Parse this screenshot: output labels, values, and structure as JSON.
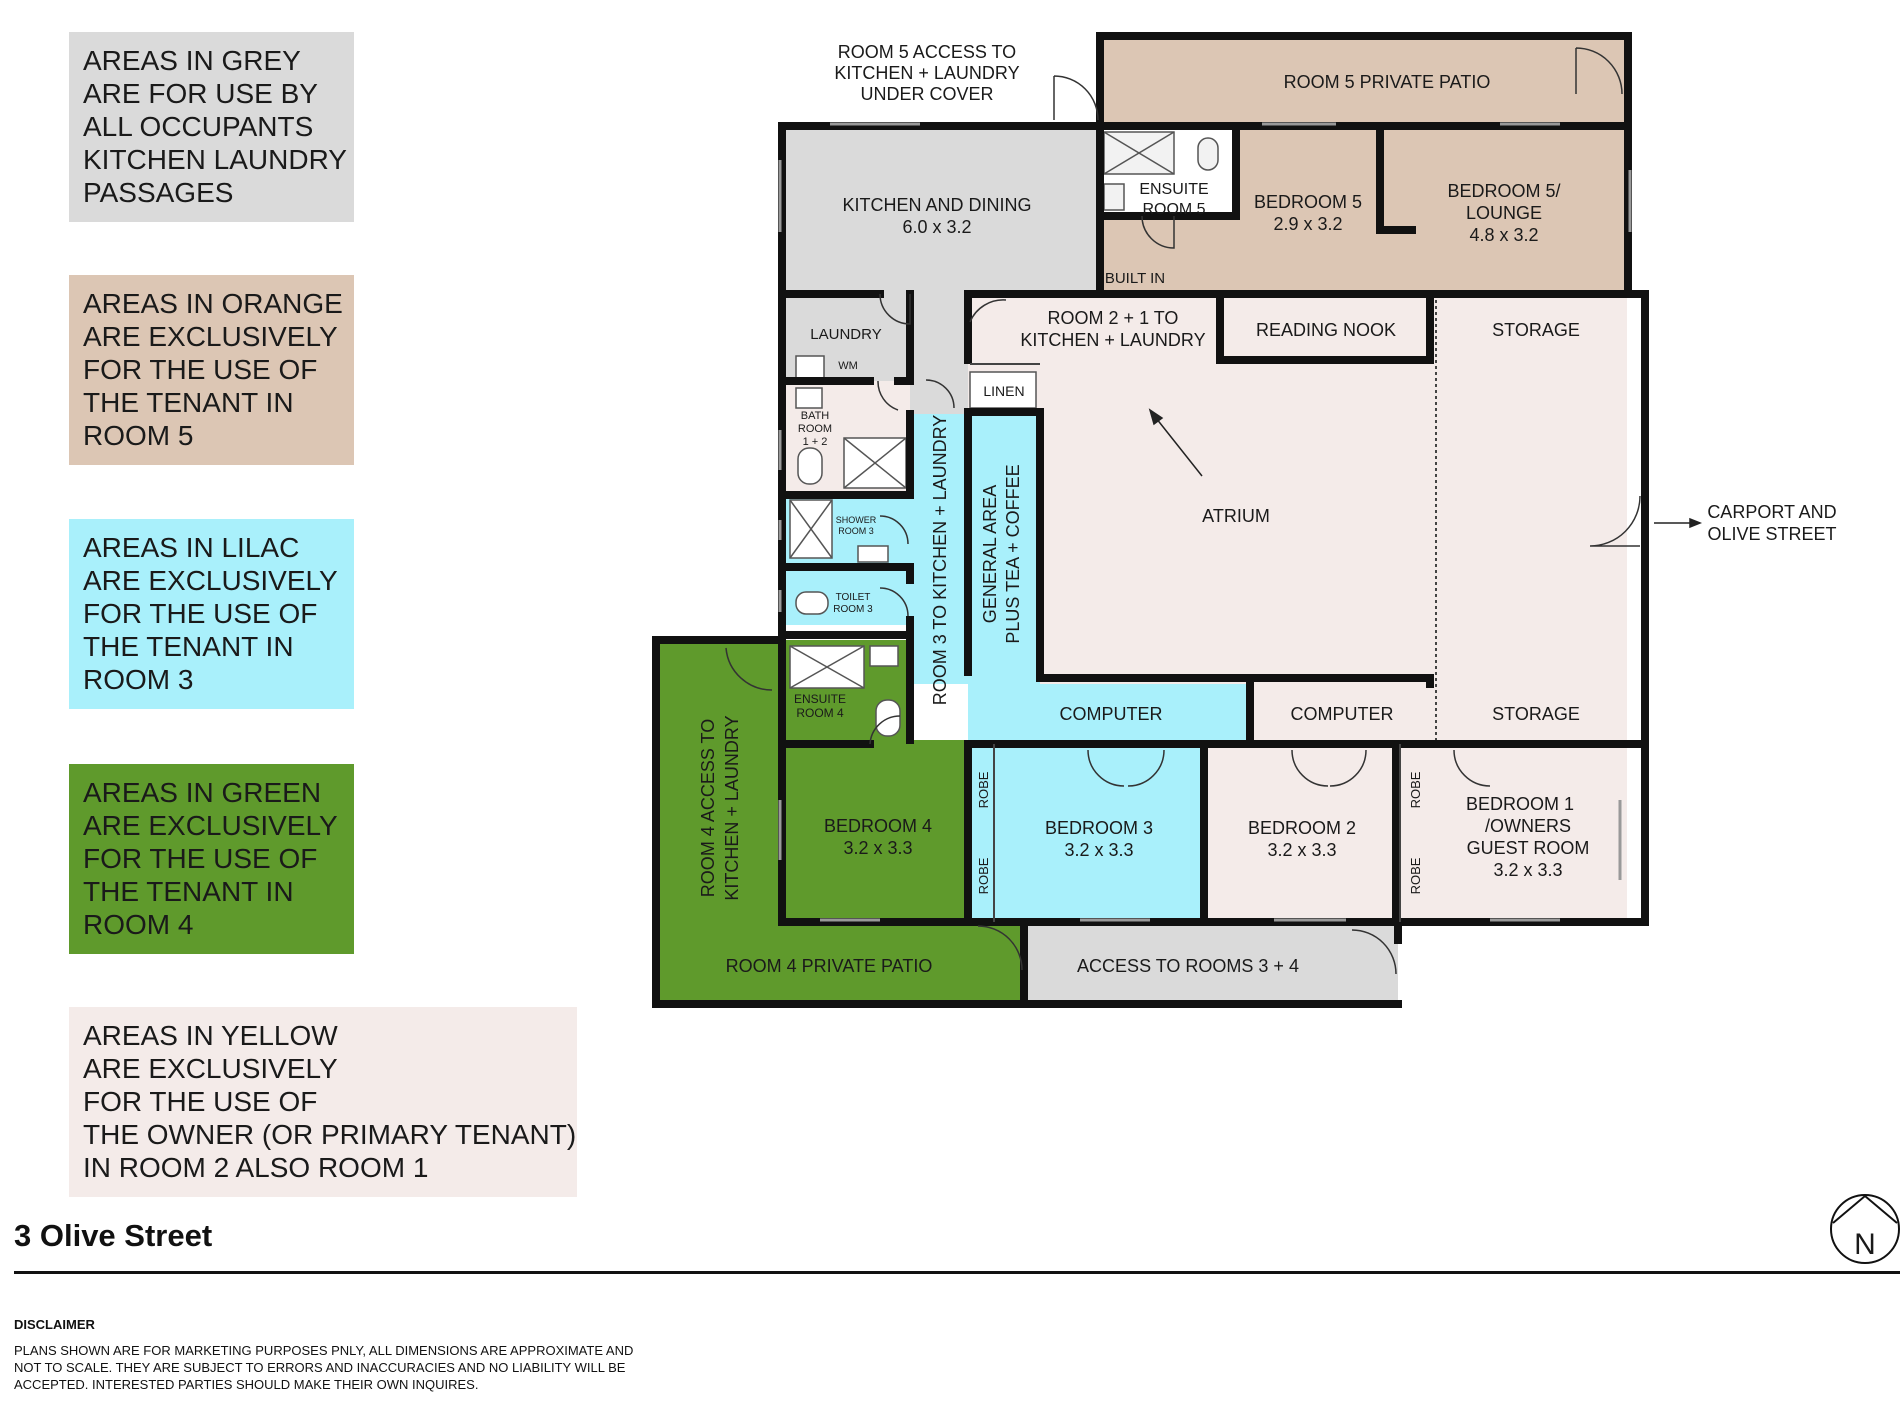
{
  "legend": {
    "grey": [
      "AREAS IN GREY",
      "ARE FOR USE BY",
      "ALL OCCUPANTS",
      "KITCHEN LAUNDRY",
      "PASSAGES"
    ],
    "orange": [
      "AREAS IN ORANGE",
      "ARE EXCLUSIVELY",
      "FOR THE USE OF",
      "THE TENANT IN",
      "ROOM 5"
    ],
    "lilac": [
      "AREAS IN LILAC",
      "ARE EXCLUSIVELY",
      "FOR THE USE OF",
      "THE TENANT IN",
      "ROOM 3"
    ],
    "green": [
      "AREAS IN GREEN",
      "ARE EXCLUSIVELY",
      "FOR THE USE OF",
      "THE TENANT IN",
      "ROOM 4"
    ],
    "yellow": [
      "AREAS IN YELLOW",
      "ARE EXCLUSIVELY",
      "FOR THE USE OF",
      "THE OWNER (OR PRIMARY TENANT)",
      "IN ROOM 2 ALSO ROOM 1"
    ]
  },
  "colors": {
    "grey": "#dadada",
    "orange": "#dcc6b4",
    "lilac": "#a9f0fb",
    "green": "#5f9a2c",
    "yellow": "#f4ebe9",
    "wall": "#111111"
  },
  "rooms": {
    "room5_access": [
      "ROOM 5 ACCESS TO",
      "KITCHEN + LAUNDRY",
      "UNDER COVER"
    ],
    "room5_patio": "ROOM 5 PRIVATE PATIO",
    "kitchen": [
      "KITCHEN AND DINING",
      "6.0 x 3.2"
    ],
    "ensuite5": [
      "ENSUITE",
      "ROOM 5"
    ],
    "bedroom5": [
      "BEDROOM 5",
      "2.9 x 3.2"
    ],
    "bedroom5_lounge": [
      "BEDROOM 5/",
      "LOUNGE",
      "4.8 x 3.2"
    ],
    "built_in": "BUILT IN",
    "laundry": "LAUNDRY",
    "wm": "WM",
    "room21_access": [
      "ROOM 2 + 1 TO",
      "KITCHEN + LAUNDRY"
    ],
    "reading_nook": "READING NOOK",
    "storage_top": "STORAGE",
    "linen": "LINEN",
    "bathroom": [
      "BATH",
      "ROOM",
      "1 + 2"
    ],
    "shower3": [
      "SHOWER",
      "ROOM 3"
    ],
    "toilet3": [
      "TOILET",
      "ROOM 3"
    ],
    "room3_access": "ROOM 3 TO KITCHEN + LAUNDRY",
    "general_area": [
      "GENERAL AREA",
      "PLUS TEA + COFFEE"
    ],
    "atrium": "ATRIUM",
    "carport": [
      "CARPORT AND",
      "OLIVE STREET"
    ],
    "room4_access": [
      "ROOM 4 ACCESS TO",
      "KITCHEN + LAUNDRY"
    ],
    "ensuite4": [
      "ENSUITE",
      "ROOM 4"
    ],
    "computer_lilac": "COMPUTER",
    "computer_yellow": "COMPUTER",
    "storage_bottom": "STORAGE",
    "bedroom4": [
      "BEDROOM 4",
      "3.2 x 3.3"
    ],
    "bedroom3": [
      "BEDROOM 3",
      "3.2 x 3.3"
    ],
    "bedroom2": [
      "BEDROOM 2",
      "3.2 x 3.3"
    ],
    "bedroom1": [
      "BEDROOM 1",
      "/OWNERS",
      "GUEST ROOM",
      "3.2 x 3.3"
    ],
    "robe": "ROBE",
    "room4_patio": "ROOM 4 PRIVATE PATIO",
    "access34": "ACCESS TO ROOMS 3 + 4"
  },
  "compass": "N",
  "title": "3 Olive Street",
  "disclaimer": {
    "heading": "DISCLAIMER",
    "lines": [
      "PLANS SHOWN ARE FOR MARKETING PURPOSES PNLY, ALL DIMENSIONS ARE APPROXIMATE AND",
      "NOT TO SCALE. THEY ARE SUBJECT TO ERRORS AND INACCURACIES AND NO LIABILITY WILL BE",
      "ACCEPTED. INTERESTED PARTIES SHOULD MAKE THEIR OWN INQUIRES."
    ]
  }
}
